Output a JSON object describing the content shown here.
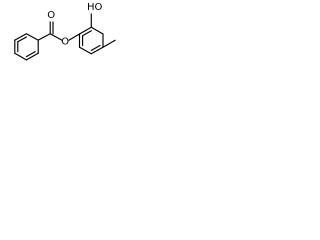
{
  "diagram": {
    "type": "chemical-structure",
    "atoms": {
      "oxygen_carbonyl": "O",
      "oxygen_ester": "O",
      "hydroxyl": "HO"
    },
    "colors": {
      "background": "#ffffff",
      "bond": "#000000",
      "text": "#000000"
    }
  }
}
